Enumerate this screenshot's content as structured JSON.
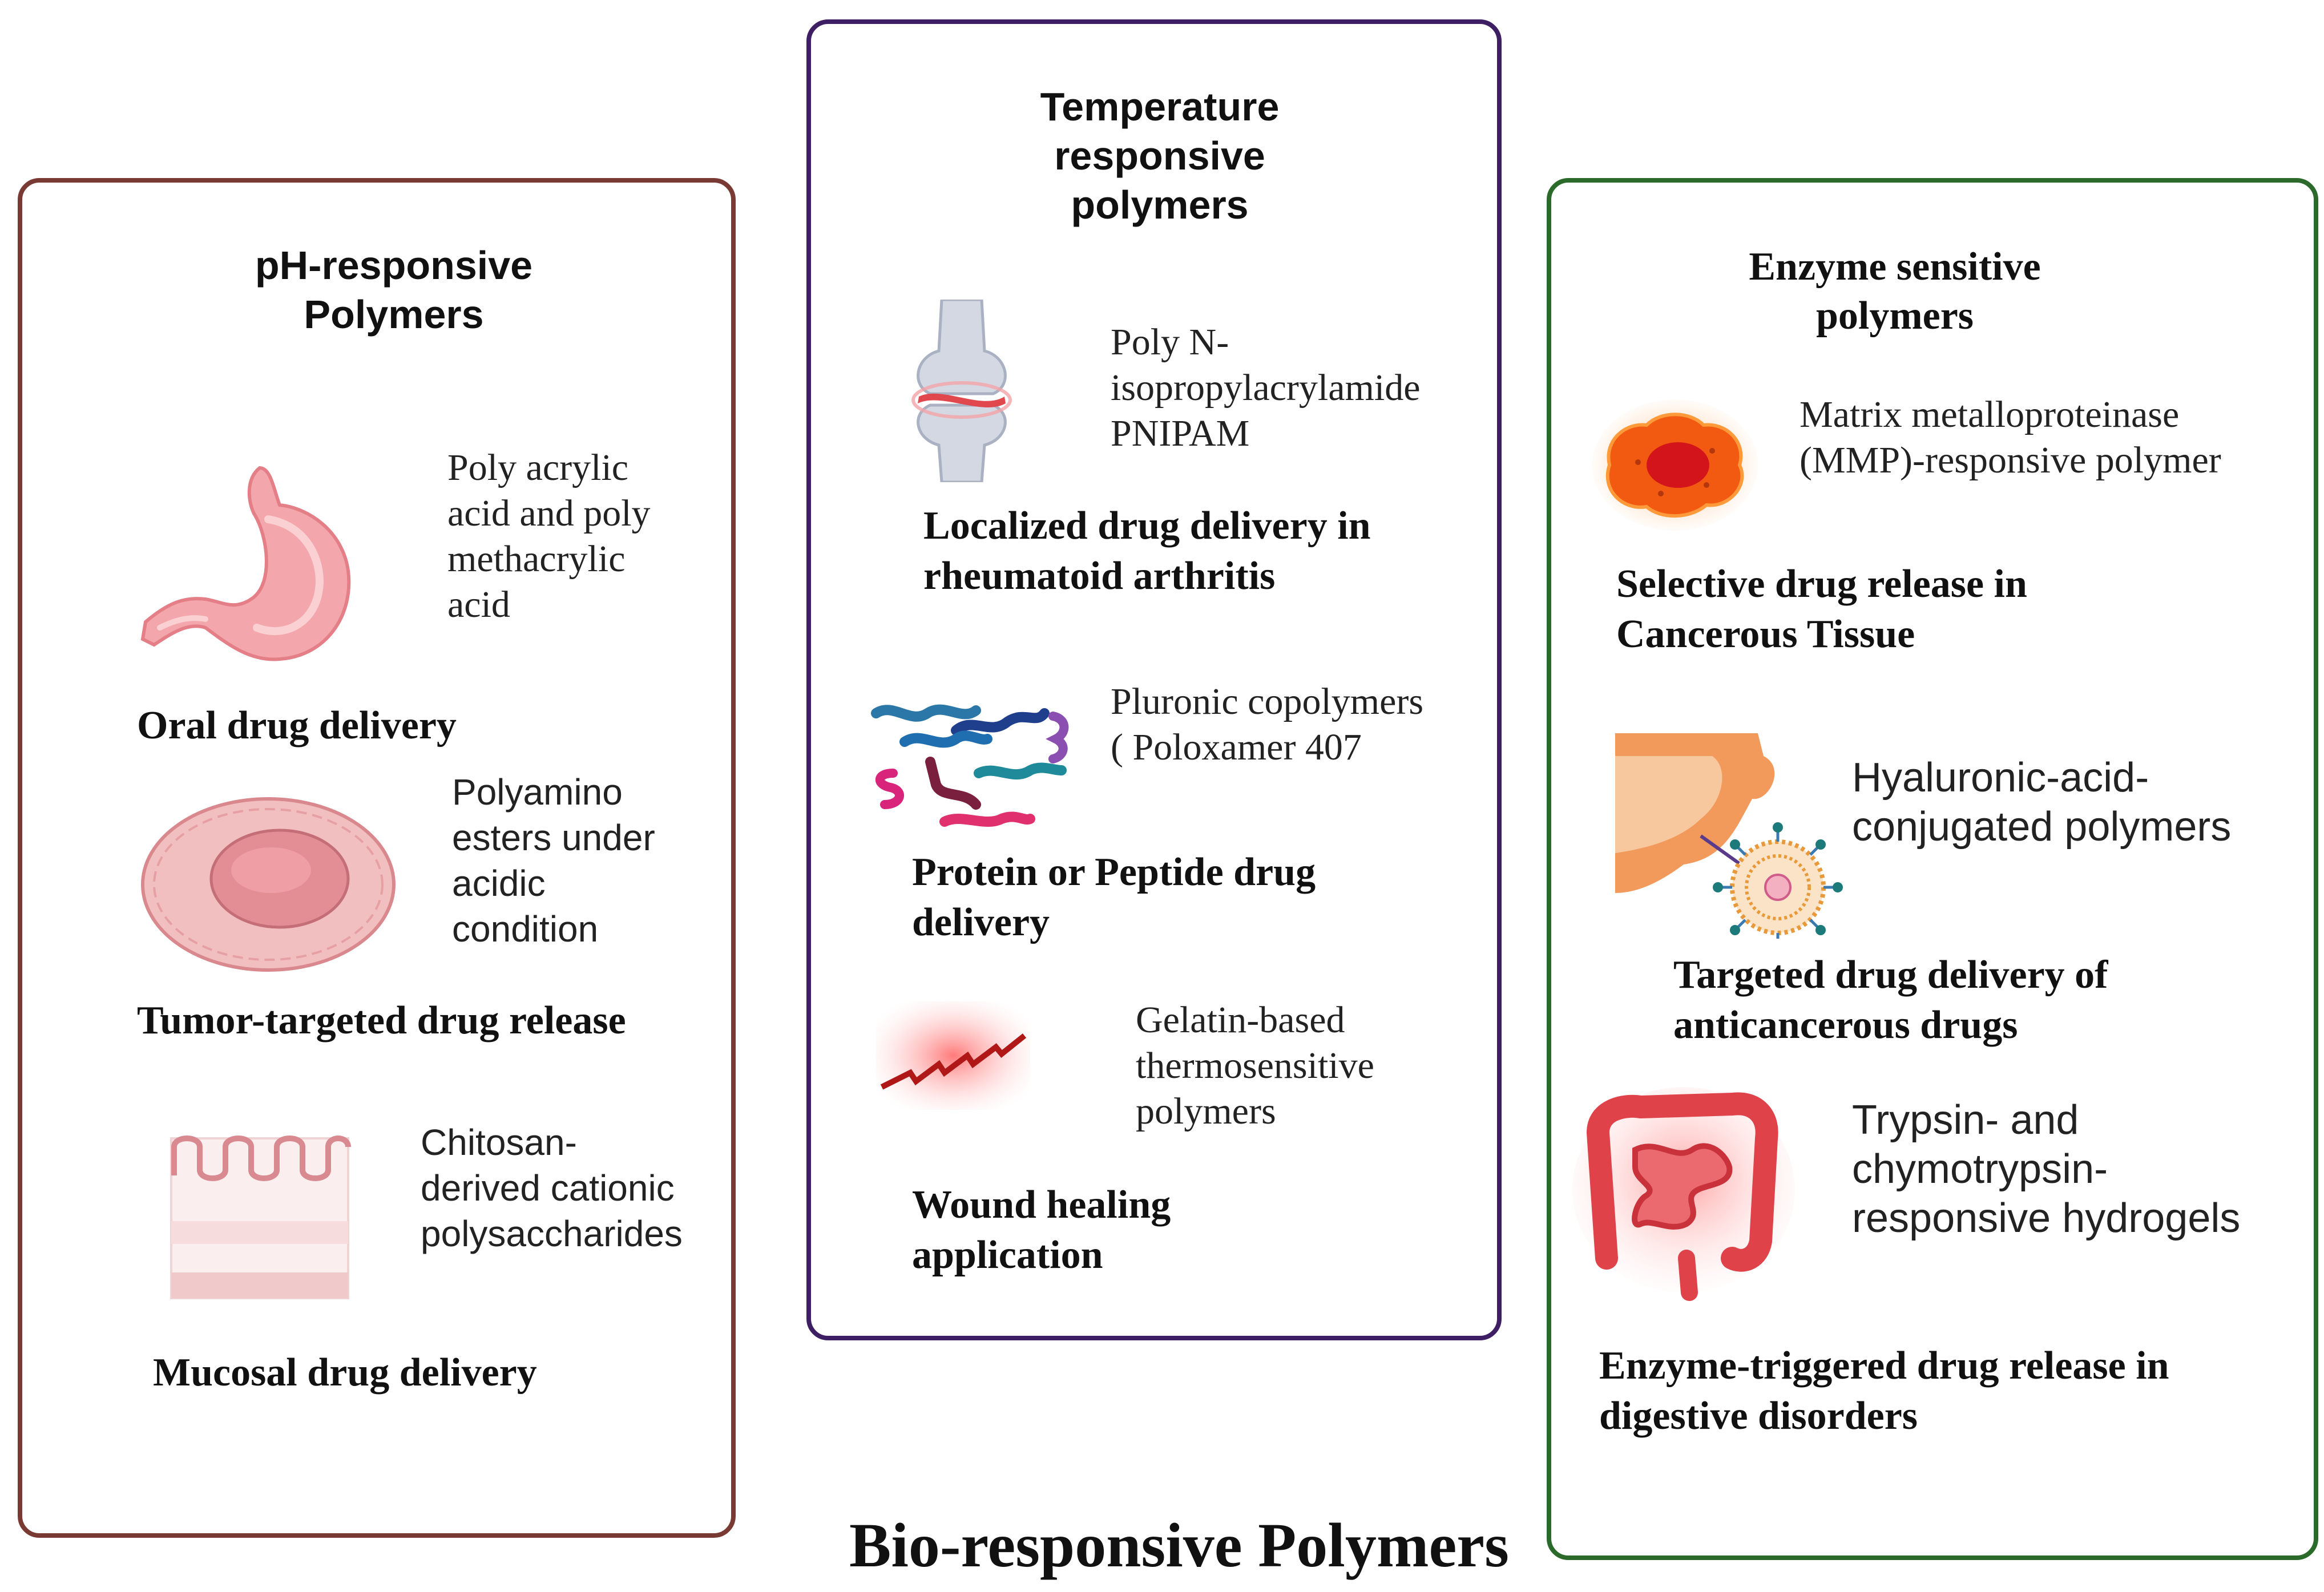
{
  "title": "Bio-responsive Polymers",
  "colors": {
    "ph_border": "#7a3a34",
    "temp_border": "#3e1f63",
    "enzyme_border": "#2b6a2b"
  },
  "panels": {
    "ph": {
      "heading": "pH-responsive\nPolymers",
      "items": [
        {
          "icon": "stomach-icon",
          "desc": "Poly acrylic\nacid and poly\nmethacrylic\nacid",
          "application": "Oral drug delivery"
        },
        {
          "icon": "tumor-icon",
          "desc": "Polyamino\nesters under\nacidic\ncondition",
          "application": "Tumor-targeted drug release"
        },
        {
          "icon": "mucosa-icon",
          "desc": "Chitosan-\nderived cationic\npolysaccharides",
          "application": "Mucosal drug delivery"
        }
      ]
    },
    "temperature": {
      "heading": "Temperature\nresponsive\npolymers",
      "items": [
        {
          "icon": "knee-joint-icon",
          "desc": "Poly N-\nisopropylacrylamide\nPNIPAM",
          "application": "Localized drug delivery in\nrheumatoid arthritis"
        },
        {
          "icon": "polymer-chains-icon",
          "desc": "Pluronic copolymers\n( Poloxamer 407",
          "application": "Protein or Peptide drug\ndelivery"
        },
        {
          "icon": "wound-icon",
          "desc": "Gelatin-based\nthermosensitive\npolymers",
          "application": "Wound healing\napplication"
        }
      ]
    },
    "enzyme": {
      "heading": "Enzyme sensitive\npolymers",
      "items": [
        {
          "icon": "cancer-cell-icon",
          "desc": "Matrix metalloproteinase\n(MMP)-responsive polymer",
          "application": "Selective drug release in\nCancerous Tissue"
        },
        {
          "icon": "nanoparticle-icon",
          "desc": "Hyaluronic-acid-\nconjugated polymers",
          "application": "Targeted drug delivery of\nanticancerous drugs"
        },
        {
          "icon": "intestine-icon",
          "desc": "Trypsin- and\nchymotrypsin-\nresponsive hydrogels",
          "application": "Enzyme-triggered drug release in\ndigestive disorders"
        }
      ]
    }
  }
}
